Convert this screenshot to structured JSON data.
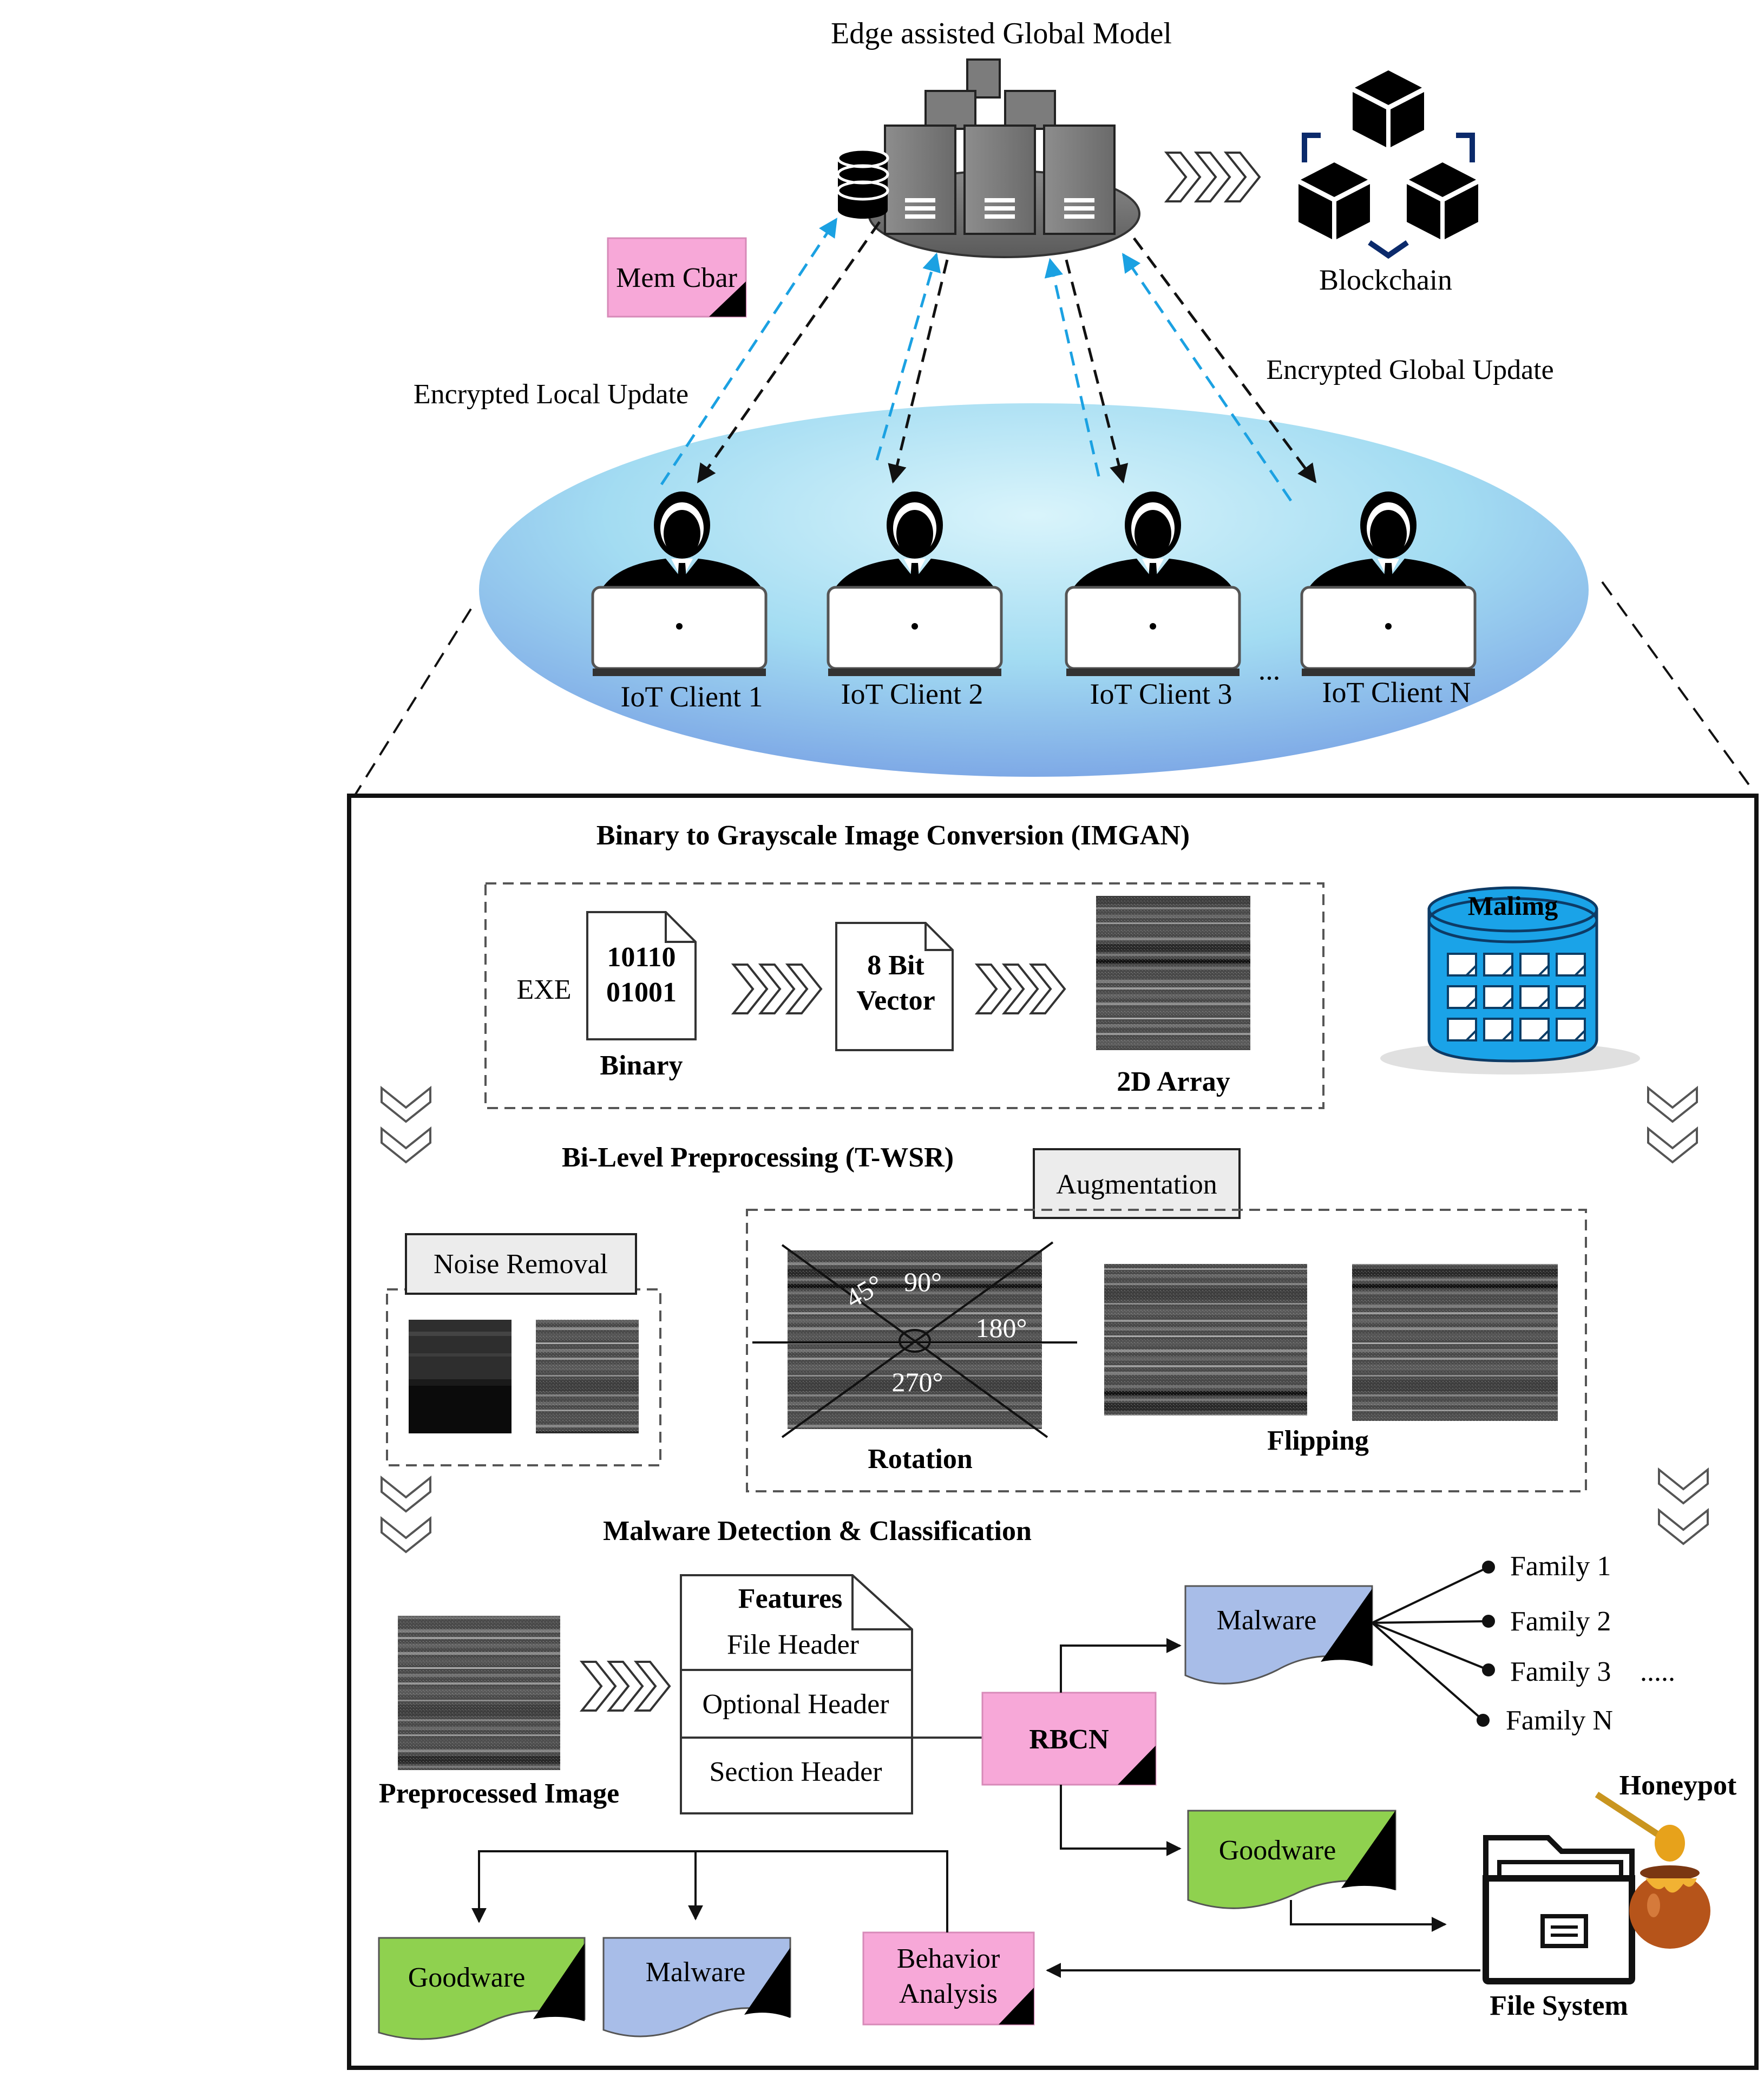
{
  "top": {
    "title": "Edge assisted Global Model",
    "blockchain_label": "Blockchain",
    "memcbar_label": "Mem Cbar",
    "local_update_label": "Encrypted Local Update",
    "global_update_label": "Encrypted Global Update",
    "clients": [
      "IoT Client 1",
      "IoT Client 2",
      "IoT Client 3",
      "IoT Client N"
    ],
    "clients_ellipsis": "..."
  },
  "imgan": {
    "title": "Binary to Grayscale Image Conversion (IMGAN)",
    "exe_label": "EXE",
    "binary_line1": "10110",
    "binary_line2": "01001",
    "binary_label": "Binary",
    "vector_line1": "8 Bit",
    "vector_line2": "Vector",
    "array_label": "2D Array",
    "dataset_label": "Malimg"
  },
  "preprocessing": {
    "title": "Bi-Level Preprocessing (T-WSR)",
    "noise_removal_label": "Noise Removal",
    "augmentation_label": "Augmentation",
    "angle_45": "45°",
    "angle_90": "90°",
    "angle_180": "180°",
    "angle_270": "270°",
    "rotation_label": "Rotation",
    "flipping_label": "Flipping"
  },
  "detection": {
    "title": "Malware Detection & Classification",
    "preprocessed_label": "Preprocessed Image",
    "features_title": "Features",
    "features": [
      "File Header",
      "Optional Header",
      "Section Header"
    ],
    "classifier_label": "RBCN",
    "malware_label": "Malware",
    "goodware_label": "Goodware",
    "families": [
      "Family 1",
      "Family 2",
      "Family 3",
      "Family N"
    ],
    "families_ellipsis": ".....",
    "honeypot_label": "Honeypot",
    "file_system_label": "File System",
    "behavior_line1": "Behavior",
    "behavior_line2": "Analysis",
    "out_goodware_label": "Goodware",
    "out_malware_label": "Malware"
  },
  "colors": {
    "pink": "#f7a8d8",
    "blue_doc": "#a8bde8",
    "green_doc": "#8fd14f",
    "cyan_arrow": "#1ba1e2",
    "dataset_blue": "#1aa3e8"
  }
}
